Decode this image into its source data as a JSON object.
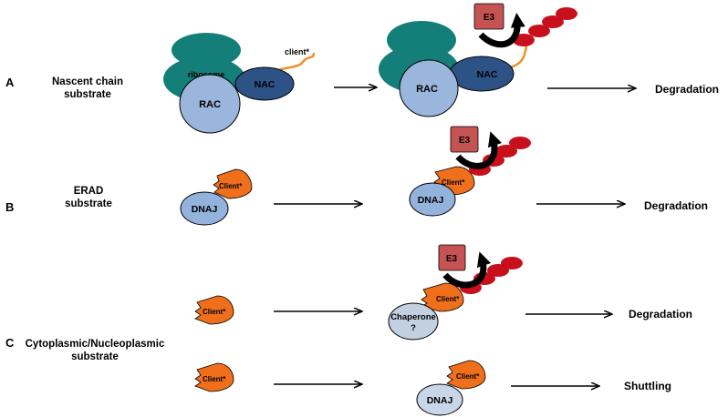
{
  "panels": {
    "A": {
      "letter": "A",
      "label_line1": "Nascent chain",
      "label_line2": "substrate",
      "ribosome": "ribosome",
      "rac": "RAC",
      "nac": "NAC",
      "client": "client*",
      "rac2": "RAC",
      "nac2": "NAC",
      "e3": "E3",
      "outcome": "Degradation"
    },
    "B": {
      "letter": "B",
      "label_line1": "ERAD",
      "label_line2": "substrate",
      "client": "Client*",
      "dnaj": "DNAJ",
      "client2": "Client*",
      "dnaj2": "DNAJ",
      "e3": "E3",
      "outcome": "Degradation"
    },
    "C": {
      "letter": "C",
      "label_line1": "Cytoplasmic/Nucleoplasmic",
      "label_line2": "substrate",
      "client_top": "Client*",
      "client_top2": "Client*",
      "chaperone_line1": "Chaperone",
      "chaperone_line2": "?",
      "e3": "E3",
      "outcome_top": "Degradation",
      "client_bottom": "Client*",
      "client_bottom2": "Client*",
      "dnaj": "DNAJ",
      "outcome_bottom": "Shuttling"
    }
  },
  "colors": {
    "ribosome": "#137f78",
    "rac": "#9bb6dc",
    "nac": "#2d5286",
    "dnaj": "#93b2dc",
    "dnaj_light": "#c8d6e8",
    "chaperone": "#c3d0e2",
    "client": "#ef6f1b",
    "e3": "#c55352",
    "ubiquitin": "#c8101c",
    "arrow": "#000000"
  }
}
